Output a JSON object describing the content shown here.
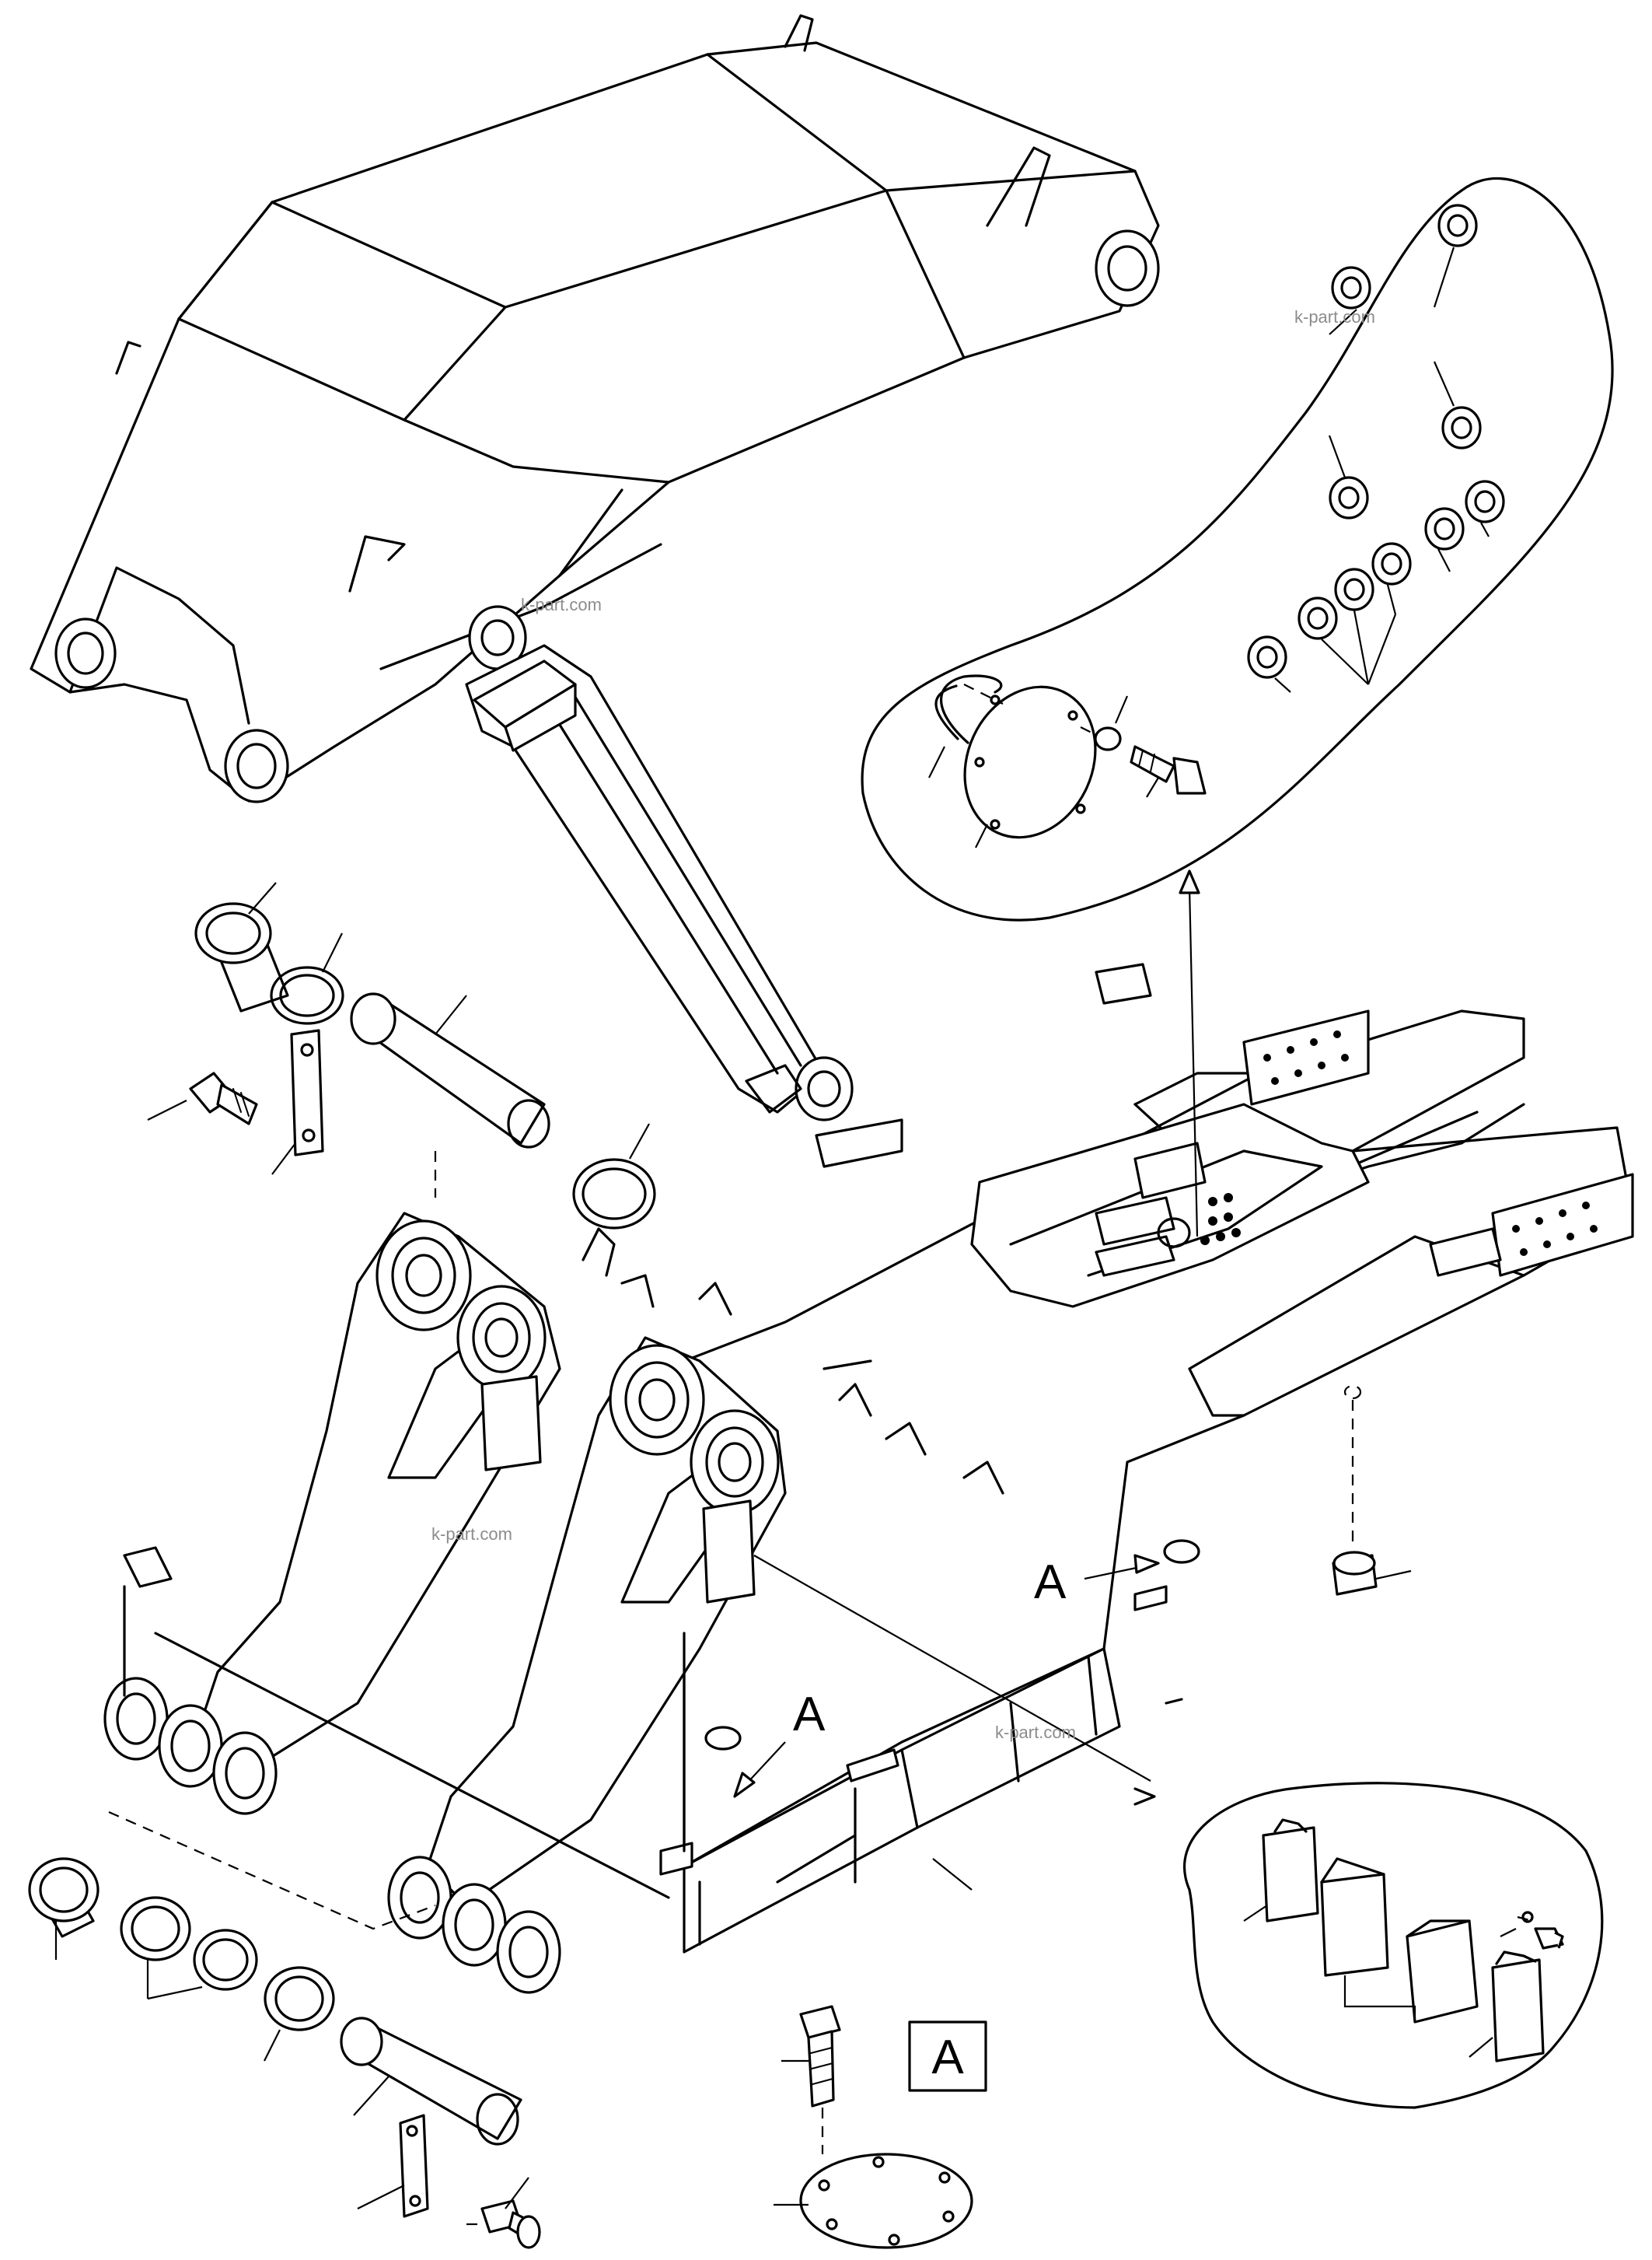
{
  "labels": {
    "detail_letter": "A",
    "callout_top": "A",
    "callout_middle": "A"
  },
  "watermarks": [
    "k-part.com",
    "k-part.com",
    "k-part.com",
    "k-part.com"
  ],
  "colors": {
    "line": "#000000",
    "background": "#ffffff",
    "watermark": "#8c8c8c"
  }
}
